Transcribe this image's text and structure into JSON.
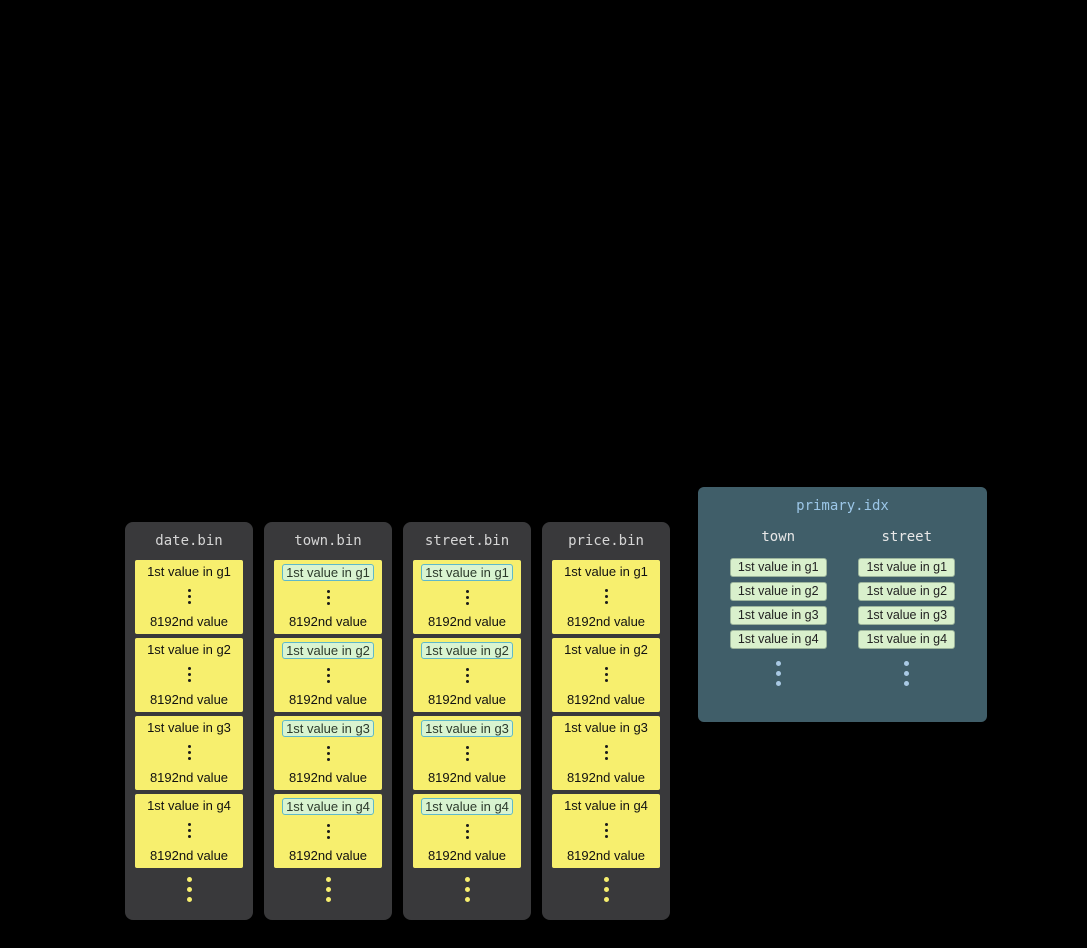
{
  "colors": {
    "background": "#000000",
    "bin_bg": "#39393b",
    "bin_title": "#d6d6d6",
    "granule_bg": "#f7ef6e",
    "badge_bg": "#d9f4d0",
    "badge_border": "#5fb9c9",
    "index_bg": "#405e69",
    "index_title": "#9cc7e8",
    "index_colname": "#e8e8e8",
    "entry_bg": "#d9f0cc",
    "entry_border": "#9cb49c",
    "blue_dot": "#a9c9e4"
  },
  "bin_columns": [
    {
      "title": "date.bin",
      "highlighted": false,
      "granules": [
        {
          "first": "1st value in g1",
          "last": "8192nd value"
        },
        {
          "first": "1st value in g2",
          "last": "8192nd value"
        },
        {
          "first": "1st value in g3",
          "last": "8192nd value"
        },
        {
          "first": "1st value in g4",
          "last": "8192nd value"
        }
      ]
    },
    {
      "title": "town.bin",
      "highlighted": true,
      "granules": [
        {
          "first": "1st value in g1",
          "last": "8192nd value"
        },
        {
          "first": "1st value in g2",
          "last": "8192nd value"
        },
        {
          "first": "1st value in g3",
          "last": "8192nd value"
        },
        {
          "first": "1st value in g4",
          "last": "8192nd value"
        }
      ]
    },
    {
      "title": "street.bin",
      "highlighted": true,
      "granules": [
        {
          "first": "1st value in g1",
          "last": "8192nd value"
        },
        {
          "first": "1st value in g2",
          "last": "8192nd value"
        },
        {
          "first": "1st value in g3",
          "last": "8192nd value"
        },
        {
          "first": "1st value in g4",
          "last": "8192nd value"
        }
      ]
    },
    {
      "title": "price.bin",
      "highlighted": false,
      "granules": [
        {
          "first": "1st value in g1",
          "last": "8192nd value"
        },
        {
          "first": "1st value in g2",
          "last": "8192nd value"
        },
        {
          "first": "1st value in g3",
          "last": "8192nd value"
        },
        {
          "first": "1st value in g4",
          "last": "8192nd value"
        }
      ]
    }
  ],
  "index_panel": {
    "title": "primary.idx",
    "columns": [
      {
        "name": "town",
        "entries": [
          "1st value in g1",
          "1st value in g2",
          "1st value in g3",
          "1st value in g4"
        ]
      },
      {
        "name": "street",
        "entries": [
          "1st value in g1",
          "1st value in g2",
          "1st value in g3",
          "1st value in g4"
        ]
      }
    ]
  }
}
